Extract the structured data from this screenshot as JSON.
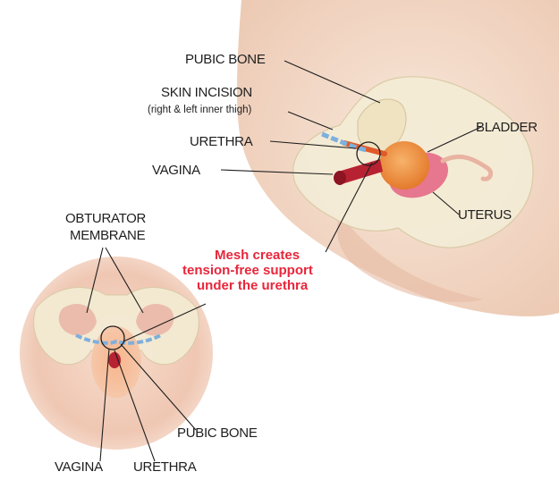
{
  "labels": {
    "pubic_bone_top": "PUBIC BONE",
    "skin_incision": "SKIN INCISION",
    "skin_incision_sub": "(right & left inner thigh)",
    "urethra_top": "URETHRA",
    "vagina_top": "VAGINA",
    "bladder": "BLADDER",
    "uterus": "UTERUS",
    "obturator_line1": "OBTURATOR",
    "obturator_line2": "MEMBRANE",
    "mesh_line1": "Mesh creates",
    "mesh_line2": "tension-free support",
    "mesh_line3": "under the urethra",
    "pubic_bone_bottom": "PUBIC BONE",
    "vagina_bottom": "VAGINA",
    "urethra_bottom": "URETHRA"
  },
  "colors": {
    "skin": "#f6e2d3",
    "bone": "#f3ecd6",
    "bladder": "#f19a4a",
    "uterus": "#e46a86",
    "mesh": "#7fb0dd",
    "accent_red": "#e8263b",
    "vagina_red": "#b72232"
  }
}
